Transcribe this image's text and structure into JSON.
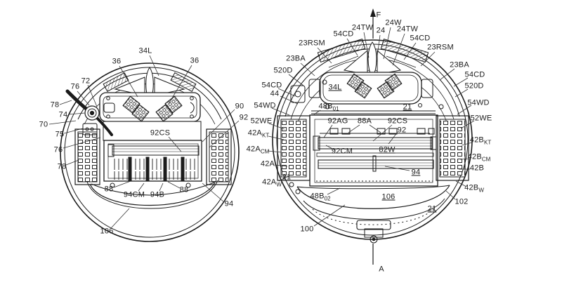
{
  "meta": {
    "kind": "patent line drawing, two bottom views of a round robotic vacuum",
    "ink_color": "#1b1b1b",
    "background_color": "#ffffff"
  },
  "left_figure": {
    "labels": [
      {
        "t": "34L"
      },
      {
        "t": "36"
      },
      {
        "t": "36"
      },
      {
        "t": "72"
      },
      {
        "t": "76"
      },
      {
        "t": "78"
      },
      {
        "t": "74"
      },
      {
        "t": "70"
      },
      {
        "t": "75"
      },
      {
        "t": "76"
      },
      {
        "t": "78"
      },
      {
        "t": "90"
      },
      {
        "t": "92"
      },
      {
        "t": "92CS"
      },
      {
        "t": "88"
      },
      {
        "t": "94CM"
      },
      {
        "t": "94B"
      },
      {
        "t": "88"
      },
      {
        "t": "94"
      },
      {
        "t": "106"
      }
    ]
  },
  "right_figure": {
    "section_arrows": {
      "top": "F",
      "bottom": "A"
    },
    "labels": [
      {
        "t": "F"
      },
      {
        "t": "24TW"
      },
      {
        "t": "24"
      },
      {
        "t": "24W"
      },
      {
        "t": "24TW"
      },
      {
        "t": "54CD"
      },
      {
        "t": "54CD"
      },
      {
        "t": "23RSM"
      },
      {
        "t": "23RSM"
      },
      {
        "t": "23BA"
      },
      {
        "t": "23BA"
      },
      {
        "t": "520D"
      },
      {
        "t": "54CD"
      },
      {
        "t": "44"
      },
      {
        "t": "54WD"
      },
      {
        "t": "52WE"
      },
      {
        "t": "42A",
        "sub": "KT"
      },
      {
        "t": "42A",
        "sub": "CM"
      },
      {
        "t": "42A"
      },
      {
        "t": "42A",
        "sub": "W"
      },
      {
        "t": "21"
      },
      {
        "t": "54CD"
      },
      {
        "t": "520D"
      },
      {
        "t": "54WD"
      },
      {
        "t": "52WE"
      },
      {
        "t": "42B",
        "sub": "KT"
      },
      {
        "t": "42B",
        "sub": "CM"
      },
      {
        "t": "42B"
      },
      {
        "t": "42B",
        "sub": "W"
      },
      {
        "t": "102"
      },
      {
        "t": "21"
      },
      {
        "t": "34L"
      },
      {
        "t": "48B",
        "sub": "01"
      },
      {
        "t": "21"
      },
      {
        "t": "92AG"
      },
      {
        "t": "88A"
      },
      {
        "t": "92CS"
      },
      {
        "t": "92"
      },
      {
        "t": "92CM"
      },
      {
        "t": "82W"
      },
      {
        "t": "94"
      },
      {
        "t": "48B",
        "sub": "02"
      },
      {
        "t": "106"
      },
      {
        "t": "100"
      },
      {
        "t": "A"
      }
    ]
  }
}
